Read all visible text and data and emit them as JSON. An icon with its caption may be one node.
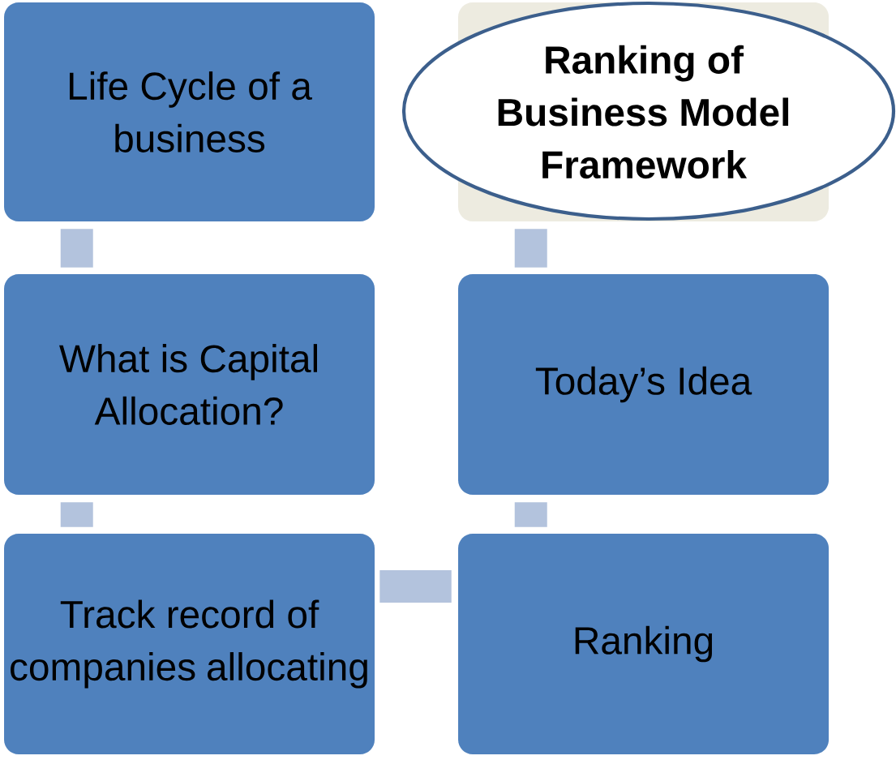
{
  "diagram": {
    "nodes": [
      {
        "text": [
          "Life Cycle of a business"
        ]
      },
      {
        "text": [
          "What is Capital Allocation?"
        ]
      },
      {
        "text": [
          "Track record of companies allocating"
        ]
      },
      {
        "text": [
          "Ranking"
        ]
      },
      {
        "text": [
          "Today’s Idea"
        ]
      },
      {
        "text": [
          "Ranking of Business Model Framework"
        ]
      }
    ],
    "edges": [
      {
        "from": 0,
        "to": 1,
        "arrow": "none",
        "color": "#b3c3dd"
      },
      {
        "from": 1,
        "to": 2,
        "arrow": "none",
        "color": "#b3c3dd"
      },
      {
        "from": 2,
        "to": 3,
        "arrow": "none",
        "color": "#b3c3dd"
      },
      {
        "from": 3,
        "to": 4,
        "arrow": "none",
        "color": "#b3c3dd"
      },
      {
        "from": 4,
        "to": 5,
        "arrow": "none",
        "color": "#b3c3dd"
      }
    ]
  }
}
